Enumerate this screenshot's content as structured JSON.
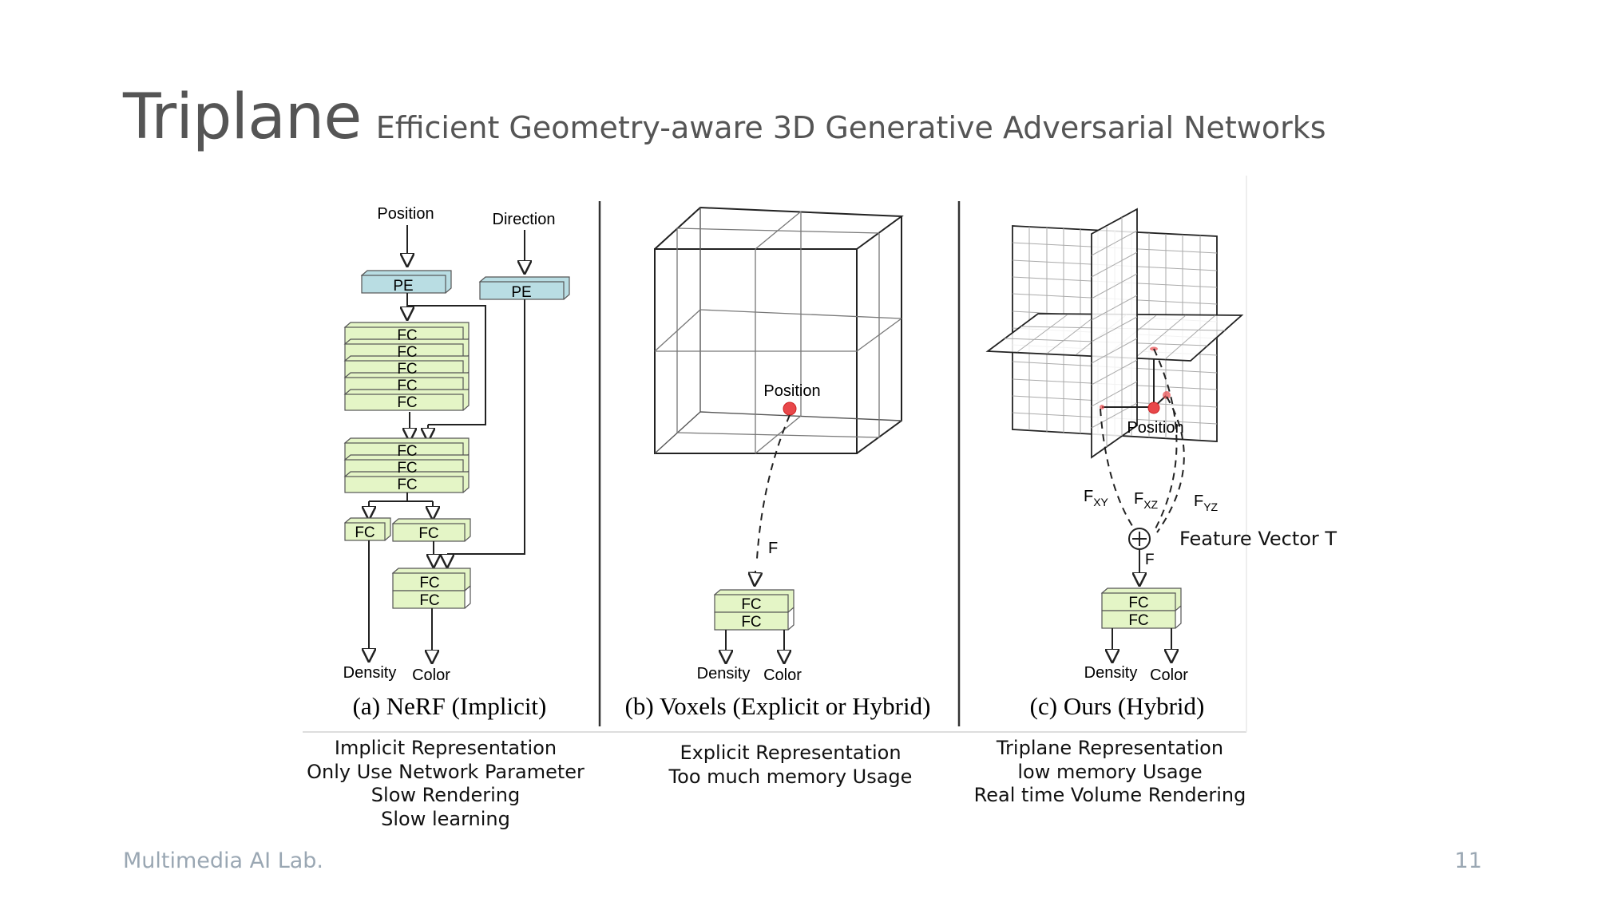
{
  "slide": {
    "title": "Triplane",
    "subtitle": "Efficient Geometry-aware 3D Generative Adversarial Networks",
    "footer_left": "Multimedia AI Lab.",
    "page_number": "11"
  },
  "figure": {
    "nerf": {
      "position_label": "Position",
      "direction_label": "Direction",
      "pe_label": "PE",
      "fc_label": "FC",
      "density_label": "Density",
      "color_label": "Color",
      "panel_caption": "(a) NeRF (Implicit)"
    },
    "voxels": {
      "position_label": "Position",
      "f_label": "F",
      "fc_label": "FC",
      "density_label": "Density",
      "color_label": "Color",
      "panel_caption": "(b) Voxels (Explicit or Hybrid)"
    },
    "triplane": {
      "position_label": "Position",
      "fxy_label": "F",
      "fxy_sub": "XY",
      "fxz_label": "F",
      "fxz_sub": "XZ",
      "fyz_label": "F",
      "fyz_sub": "YZ",
      "feature_vector_label": "Feature Vector T",
      "f_label": "F",
      "fc_label": "FC",
      "density_label": "Density",
      "color_label": "Color",
      "panel_caption": "(c) Ours (Hybrid)"
    },
    "colors": {
      "pe_fill": "#b9dde3",
      "fc_fill": "#e4f5c6",
      "point_red": "#e8474a"
    }
  },
  "captions": {
    "nerf": [
      "Implicit Representation",
      "Only Use Network Parameter",
      "Slow Rendering",
      "Slow learning"
    ],
    "voxels": [
      "Explicit Representation",
      "Too much memory Usage"
    ],
    "triplane": [
      "Triplane Representation",
      "low memory Usage",
      "Real time Volume Rendering"
    ]
  }
}
